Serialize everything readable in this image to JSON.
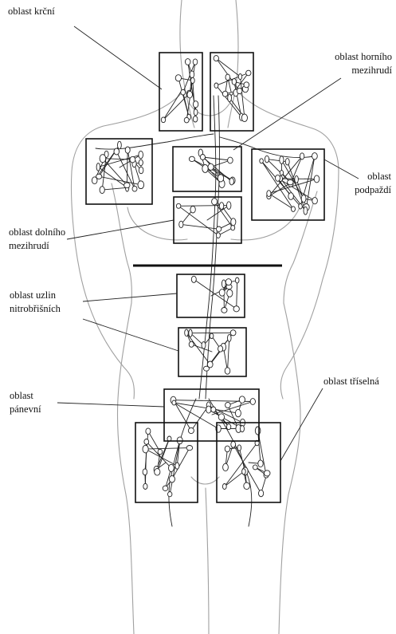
{
  "labels": {
    "krcni": {
      "line1": "oblast krční"
    },
    "horni_mezihrudi": {
      "line1": "oblast horního",
      "line2": "mezihrudí"
    },
    "podpazdi": {
      "line1": "oblast",
      "line2": "podpaždí"
    },
    "dolni_mezihrudi": {
      "line1": "oblast dolního",
      "line2": "mezihrudí"
    },
    "uzlin_nitrobrisnich": {
      "line1": "oblast uzlin",
      "line2": "nitrobřišních"
    },
    "panevni": {
      "line1": "oblast",
      "line2": "pánevní"
    },
    "triselna": {
      "line1": "oblast tříselná"
    }
  },
  "colors": {
    "outline": "#9a9a9a",
    "ink": "#222222",
    "box": "#111111",
    "background": "#ffffff"
  }
}
